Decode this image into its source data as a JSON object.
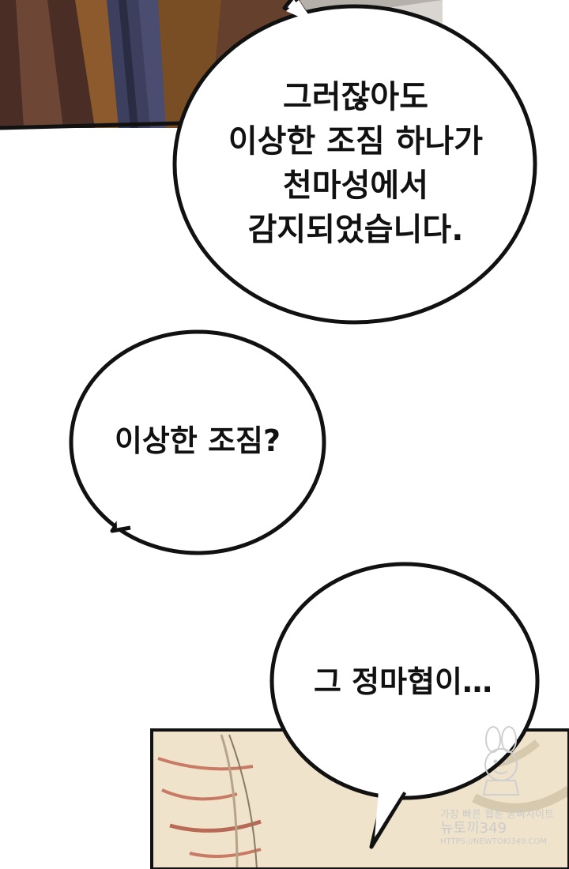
{
  "panels": {
    "top_panel": {
      "description": ""
    },
    "bottom_panel": {
      "description": ""
    }
  },
  "bubbles": {
    "bubble1": {
      "lines": [
        "그러잖아도",
        "이상한 조짐 하나가",
        "천마성에서",
        "감지되었습니다."
      ]
    },
    "bubble2": {
      "text": "이상한 조짐?"
    },
    "bubble3": {
      "text": "그 정마협이…"
    }
  },
  "watermark": {
    "line1": "가장 빠른 웹툰 공짜사이트",
    "line2": "뉴토끼349",
    "line3": "HTTPS://NEWTOKI349.COM"
  }
}
